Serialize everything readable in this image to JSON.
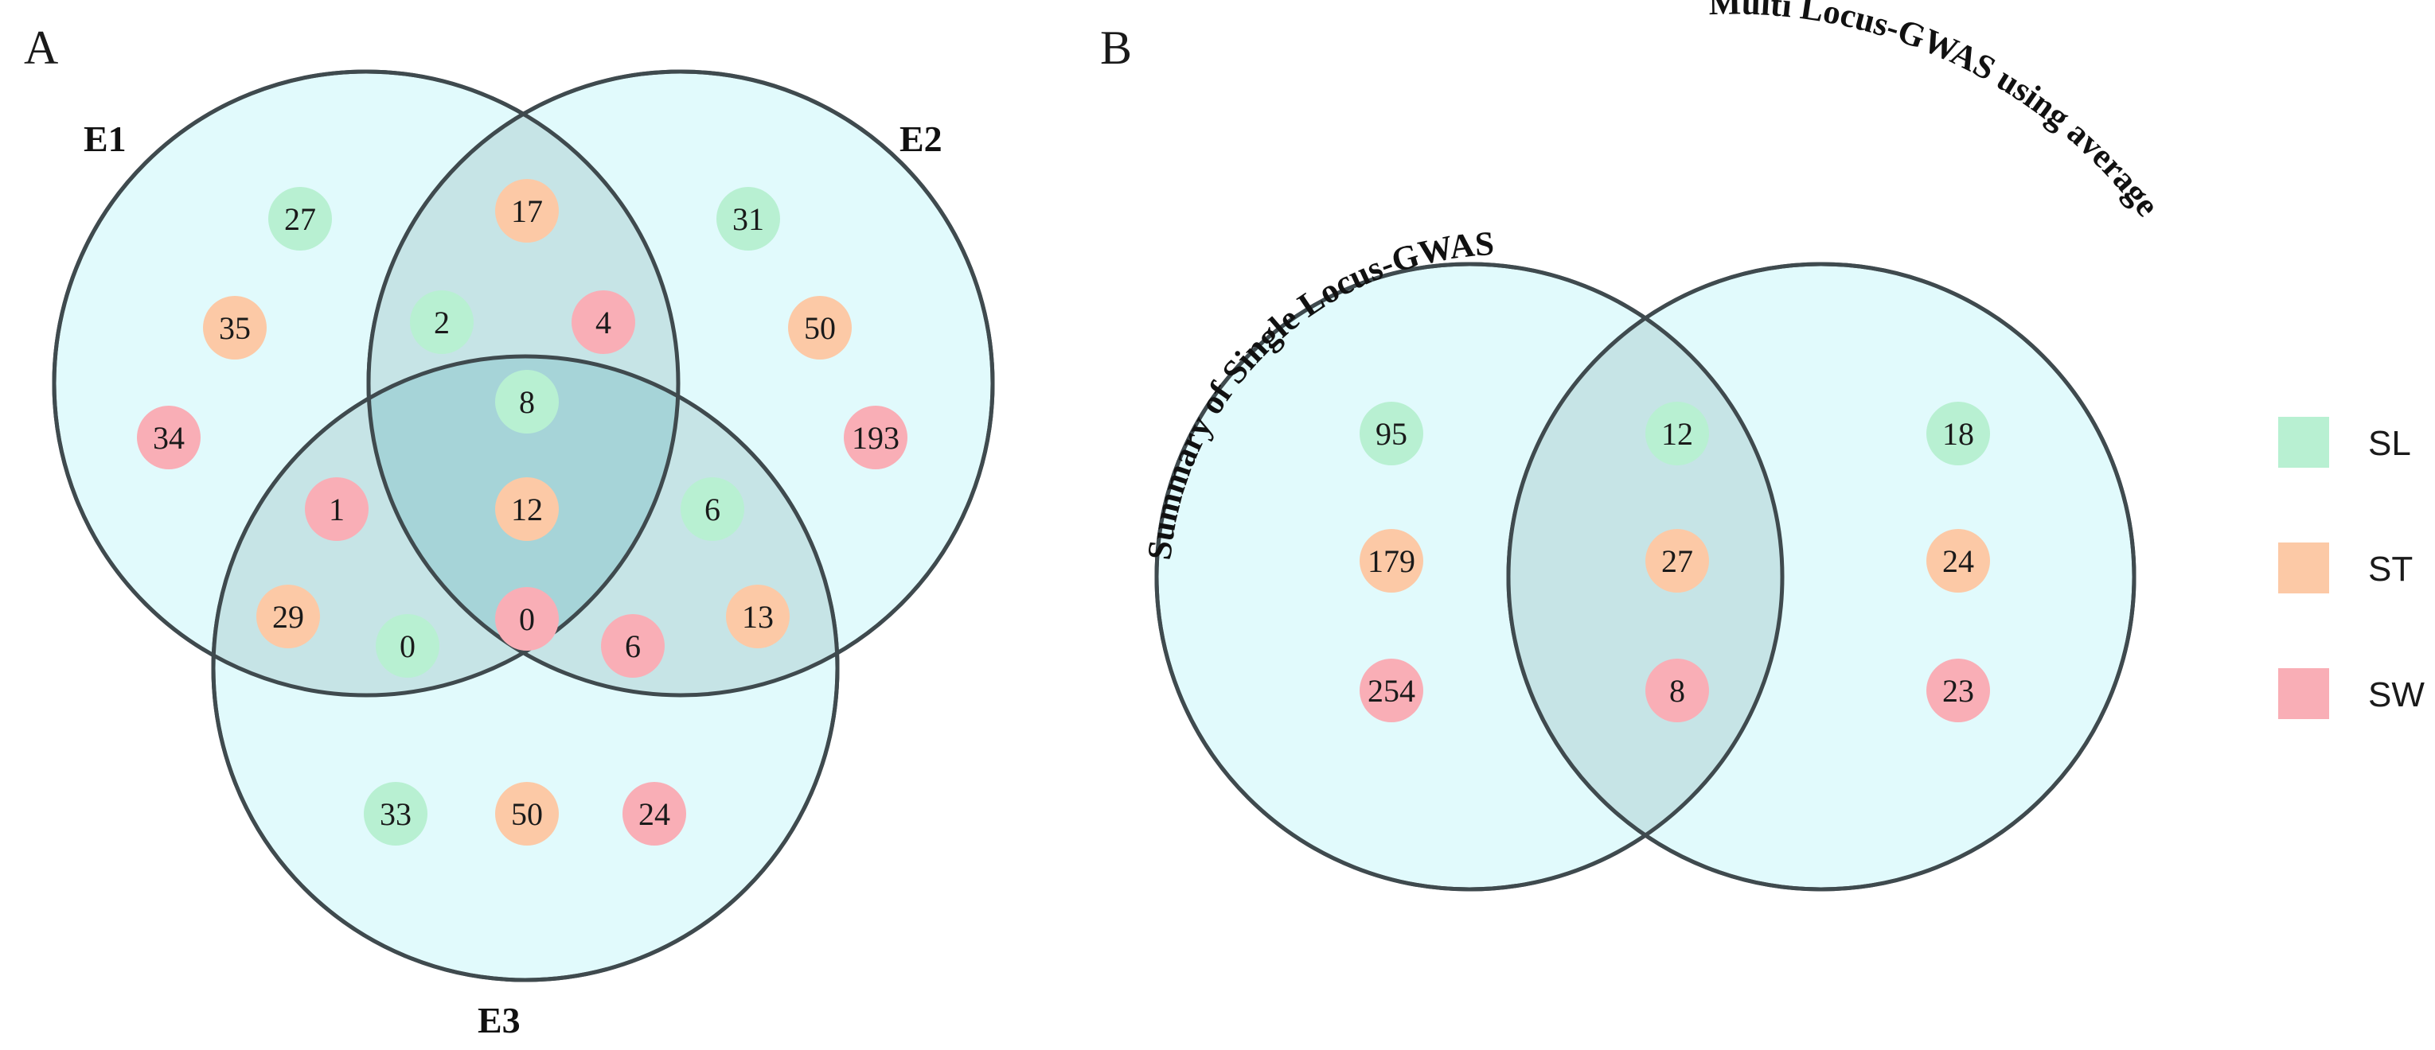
{
  "colors": {
    "SL": "#b8f0d2",
    "ST": "#fcc9a6",
    "SW": "#f9aeb6"
  },
  "panel_a": {
    "label": "A",
    "sets": {
      "E1": "E1",
      "E2": "E2",
      "E3": "E3"
    },
    "regions": [
      {
        "region": "E1-only",
        "values": [
          {
            "cat": "SL",
            "value": "27"
          },
          {
            "cat": "ST",
            "value": "35"
          },
          {
            "cat": "SW",
            "value": "34"
          }
        ]
      },
      {
        "region": "E1∩E2",
        "values": [
          {
            "cat": "ST",
            "value": "17"
          },
          {
            "cat": "SL",
            "value": "2"
          },
          {
            "cat": "SW",
            "value": "4"
          }
        ]
      },
      {
        "region": "E2-only",
        "values": [
          {
            "cat": "SL",
            "value": "31"
          },
          {
            "cat": "ST",
            "value": "50"
          },
          {
            "cat": "SW",
            "value": "193"
          }
        ]
      },
      {
        "region": "E1∩E2∩E3",
        "values": [
          {
            "cat": "SL",
            "value": "8"
          },
          {
            "cat": "ST",
            "value": "12"
          },
          {
            "cat": "SW",
            "value": "0"
          }
        ]
      },
      {
        "region": "E1∩E3",
        "values": [
          {
            "cat": "SW",
            "value": "1"
          },
          {
            "cat": "ST",
            "value": "29"
          },
          {
            "cat": "SL",
            "value": "0"
          }
        ]
      },
      {
        "region": "E2∩E3",
        "values": [
          {
            "cat": "SL",
            "value": "6"
          },
          {
            "cat": "SW",
            "value": "6"
          },
          {
            "cat": "ST",
            "value": "13"
          }
        ]
      },
      {
        "region": "E3-only",
        "values": [
          {
            "cat": "SL",
            "value": "33"
          },
          {
            "cat": "ST",
            "value": "50"
          },
          {
            "cat": "SW",
            "value": "24"
          }
        ]
      }
    ]
  },
  "panel_b": {
    "label": "B",
    "sets": {
      "left": "Summary of Single Locus-GWAS",
      "right": "Multi Locus-GWAS using average"
    },
    "regions": [
      {
        "region": "left-only",
        "values": [
          {
            "cat": "SL",
            "value": "95"
          },
          {
            "cat": "ST",
            "value": "179"
          },
          {
            "cat": "SW",
            "value": "254"
          }
        ]
      },
      {
        "region": "overlap",
        "values": [
          {
            "cat": "SL",
            "value": "12"
          },
          {
            "cat": "ST",
            "value": "27"
          },
          {
            "cat": "SW",
            "value": "8"
          }
        ]
      },
      {
        "region": "right-only",
        "values": [
          {
            "cat": "SL",
            "value": "18"
          },
          {
            "cat": "ST",
            "value": "24"
          },
          {
            "cat": "SW",
            "value": "23"
          }
        ]
      }
    ]
  },
  "legend": [
    {
      "cat": "SL",
      "label": "SL"
    },
    {
      "cat": "ST",
      "label": "ST"
    },
    {
      "cat": "SW",
      "label": "SW"
    }
  ]
}
